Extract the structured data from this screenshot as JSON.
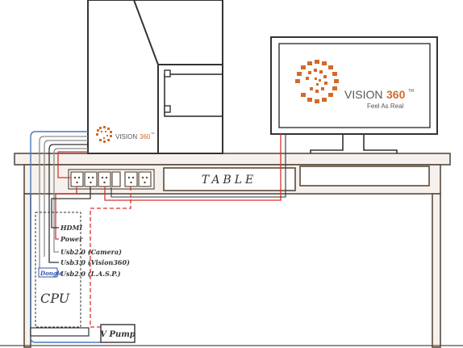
{
  "table": {
    "label": "TABLE"
  },
  "logo": {
    "brand": "VISION",
    "number": "360",
    "tm": "TM",
    "tagline": "Feel As Real"
  },
  "cpu": {
    "label": "CPU"
  },
  "pump": {
    "label": "V Pump"
  },
  "dongle": {
    "label": "Dongle"
  },
  "cables": {
    "hdmi": "HDMI",
    "power": "Power",
    "usb_camera": "Usb2.0 (Camera)",
    "usb_vision": "Usb3.0 (Vision360)",
    "usb_lasp": "Usb2.0 (L.A.S.P.)"
  },
  "colors": {
    "outline": "#5a4a3e",
    "table_fill": "#f6f1ec",
    "red_cable": "#d8322c",
    "blue_cable": "#4a78b8",
    "grey_cable": "#8c8c8c",
    "dark_cable": "#333333",
    "logo_orange": "#d4692a"
  }
}
